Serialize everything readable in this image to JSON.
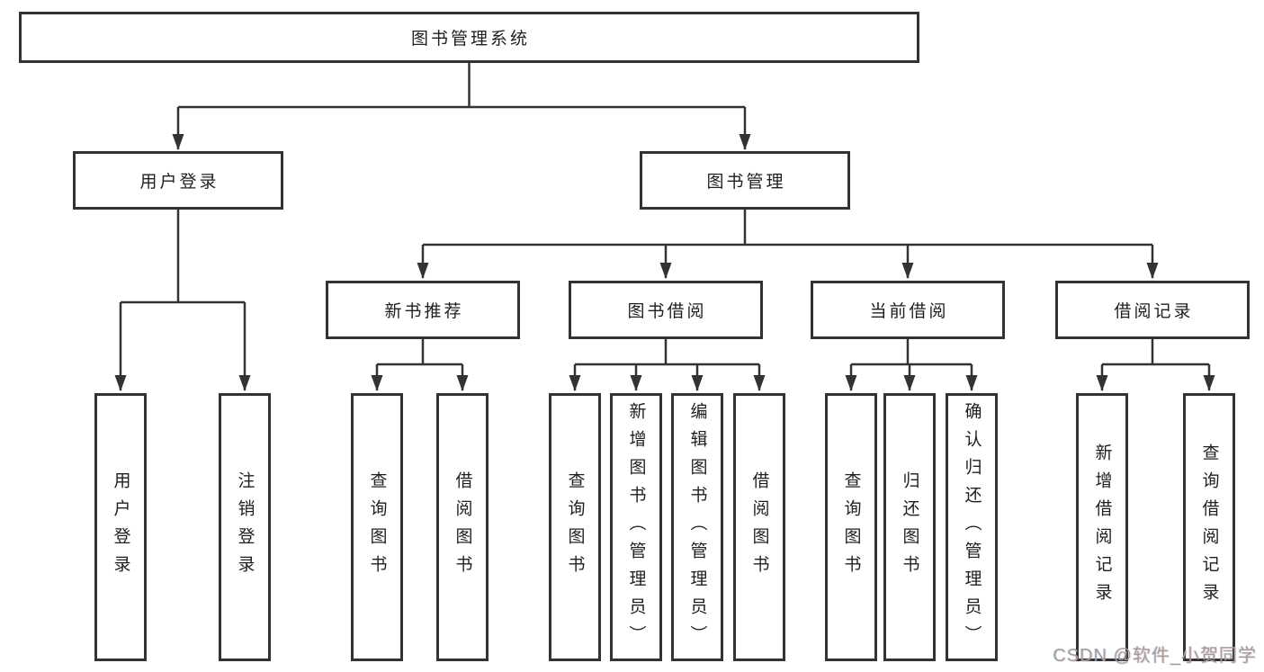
{
  "colors": {
    "line": "#333333",
    "box_border": "#333333",
    "text": "#1f1f1f",
    "background": "#ffffff",
    "watermark": "#9e9e9e"
  },
  "watermark": {
    "text": "CSDN @软件_小贺同学"
  },
  "tree": {
    "root": {
      "label": "图书管理系统"
    },
    "level2": [
      {
        "label": "用户登录",
        "children": [
          {
            "label": "用户登录"
          },
          {
            "label": "注销登录"
          }
        ]
      },
      {
        "label": "图书管理",
        "children": [
          {
            "label": "新书推荐",
            "children": [
              {
                "label": "查询图书"
              },
              {
                "label": "借阅图书"
              }
            ]
          },
          {
            "label": "图书借阅",
            "children": [
              {
                "label": "查询图书"
              },
              {
                "label": "新增图书（管理员）"
              },
              {
                "label": "编辑图书（管理员）"
              },
              {
                "label": "借阅图书"
              }
            ]
          },
          {
            "label": "当前借阅",
            "children": [
              {
                "label": "查询图书"
              },
              {
                "label": "归还图书"
              },
              {
                "label": "确认归还（管理员）"
              }
            ]
          },
          {
            "label": "借阅记录",
            "children": [
              {
                "label": "新增借阅记录"
              },
              {
                "label": "查询借阅记录"
              }
            ]
          }
        ]
      }
    ]
  }
}
